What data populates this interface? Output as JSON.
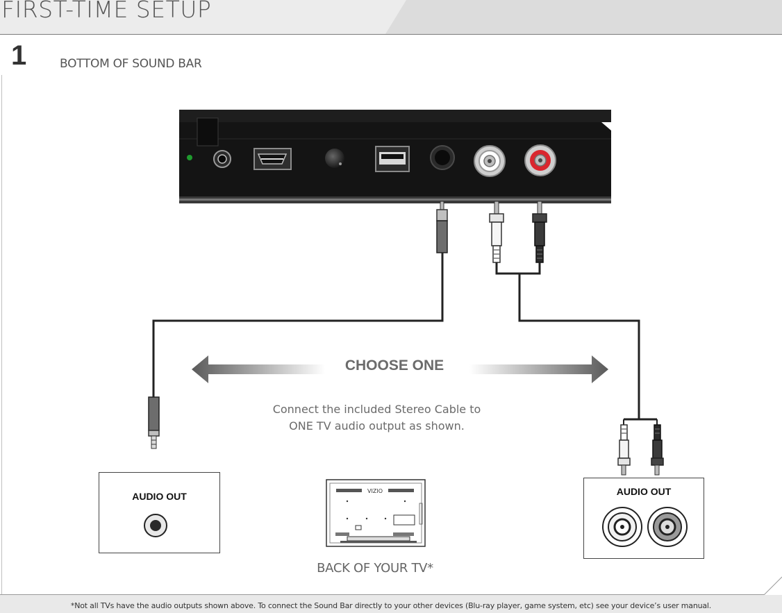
{
  "header": {
    "title": "FIRST-TIME SETUP"
  },
  "step": {
    "number": "1",
    "title": "BOTTOM OF SOUND BAR"
  },
  "choose": {
    "label": "CHOOSE ONE"
  },
  "instruction": {
    "line1": "Connect the included Stereo Cable to",
    "line2": "ONE TV audio output as shown."
  },
  "left_output": {
    "label": "AUDIO OUT"
  },
  "right_output": {
    "label": "AUDIO OUT"
  },
  "tv": {
    "brand": "VIZIO",
    "label": "BACK OF YOUR TV*"
  },
  "footnote": "*Not all TVs have the audio outputs shown above. To connect the Sound Bar directly to your other devices (Blu-ray player, game system, etc) see your device’s user manual.",
  "colors": {
    "red_jack": "#d9262e",
    "led_green": "#1f9a2e",
    "arrow_dark": "#5a5a5a",
    "soundbar": "#141414"
  }
}
